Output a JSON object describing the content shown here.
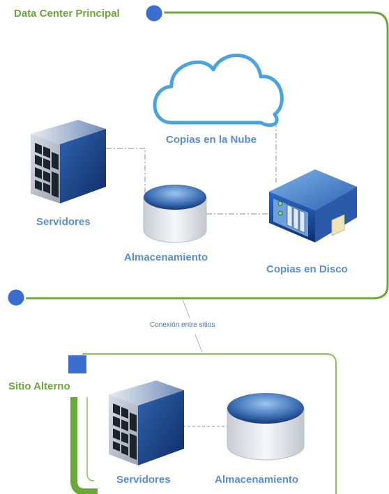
{
  "sites": {
    "primary": {
      "title": "Data Center Principal",
      "cloud_label": "Copias en la Nube",
      "servers_label": "Servidores",
      "storage_label": "Almacenamiento",
      "disk_backup_label": "Copias en Disco"
    },
    "link_label": "Conexión entre sitios",
    "secondary": {
      "title": "Sitio Alterno",
      "servers_label": "Servidores",
      "storage_label": "Almacenamiento"
    }
  },
  "colors": {
    "green": "#6aa83a",
    "blue_dot": "#3a6fd0",
    "cloud_stroke": "#4aa3e0",
    "label_blue": "#5a8ed0"
  },
  "icons": [
    "cloud-icon",
    "server-icon",
    "storage-drum-icon",
    "disk-backup-appliance-icon"
  ]
}
